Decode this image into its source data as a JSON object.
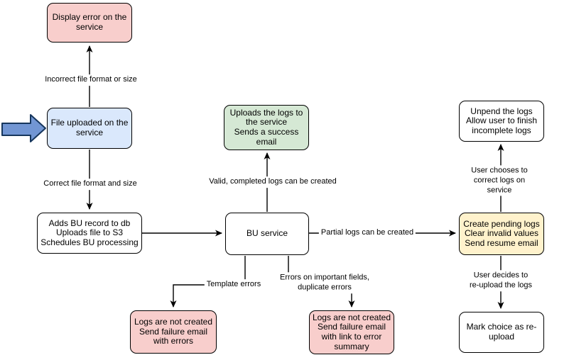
{
  "diagram": {
    "type": "flowchart",
    "colors": {
      "node_border": "#000000",
      "error_fill": "#f8cecc",
      "input_fill": "#dae8fc",
      "success_fill": "#d5e8d4",
      "pending_fill": "#fff2cc",
      "neutral_fill": "#ffffff",
      "start_arrow_fill": "#7296d3",
      "start_arrow_stroke": "#16365c",
      "connector": "#000000"
    },
    "nodes": {
      "display_error": {
        "label": "Display error on the\nservice"
      },
      "file_uploaded": {
        "label": "File uploaded on the\nservice"
      },
      "adds_bu": {
        "label": "Adds BU record to db\nUploads file to S3\nSchedules BU processing"
      },
      "uploads_logs": {
        "label": "Uploads the logs to\nthe service\nSends a success\nemail"
      },
      "bu_service": {
        "label": "BU service"
      },
      "unpend_logs": {
        "label": "Unpend the logs\nAllow user to finish\nincomplete logs"
      },
      "create_pending": {
        "label": "Create pending logs\nClear invalid values\nSend resume email"
      },
      "mark_choice": {
        "label": "Mark choice as re-\nupload"
      },
      "logs_failure_errors": {
        "label": "Logs are not created\nSend failure email\nwith errors"
      },
      "logs_failure_summary": {
        "label": "Logs are not created\nSend failure email\nwith link to error\nsummary"
      }
    },
    "edges": {
      "incorrect_format": "Incorrect file format or size",
      "correct_format": "Correct file format and size",
      "valid_logs": "Valid, completed logs can be created",
      "partial_logs": "Partial logs can be created",
      "template_errors": "Template errors",
      "important_field_errors": "Errors on important fields,\nduplicate errors",
      "correct_on_service": "User chooses to correct logs on service",
      "reupload": "User decides to re-upload the logs"
    }
  }
}
